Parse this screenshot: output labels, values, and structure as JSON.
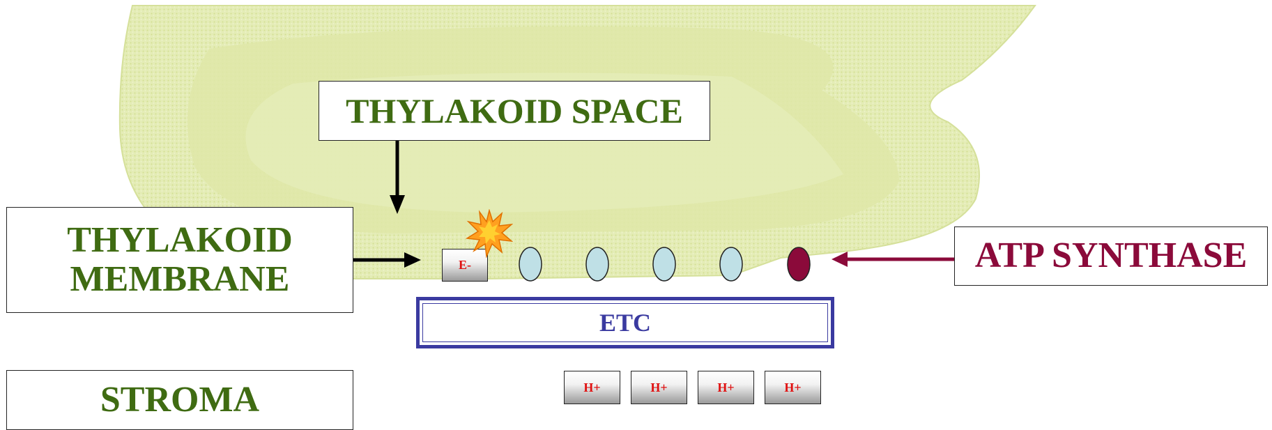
{
  "labels": {
    "thylakoid_space": "THYLAKOID SPACE",
    "membrane_line1": "THYLAKOID",
    "membrane_line2": "MEMBRANE",
    "stroma": "STROMA",
    "atp_synthase": "ATP SYNTHASE",
    "etc": "ETC"
  },
  "particles": {
    "electron": "E-",
    "protons": [
      "H+",
      "H+",
      "H+",
      "H+"
    ]
  },
  "colors": {
    "thylakoid_fill": "#e2ebb0",
    "thylakoid_edge": "#cfdc86",
    "label_green": "#3f6b12",
    "atp_red": "#8b0a3a",
    "etc_blue": "#3a3aa0",
    "carrier_fill": "#bfe0e6",
    "particle_text": "#e01010",
    "burst_orange": "#ffa020"
  }
}
